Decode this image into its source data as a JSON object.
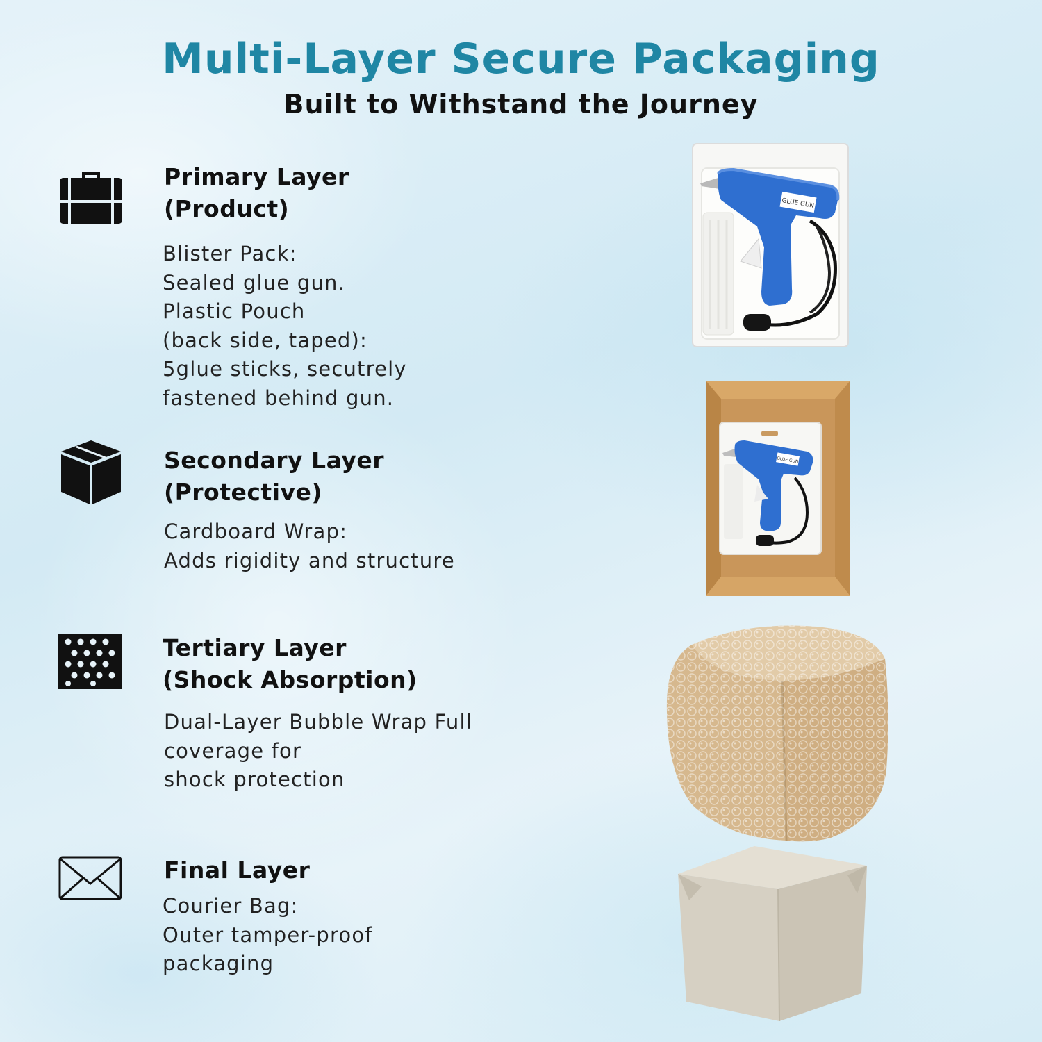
{
  "header": {
    "title": "Multi-Layer Secure Packaging",
    "subtitle": "Built to Withstand the Journey"
  },
  "layers": [
    {
      "icon": "briefcase-icon",
      "title_lines": [
        "Primary Layer",
        "(Product)"
      ],
      "desc_lines": [
        "Blister Pack:",
        "Sealed glue gun.",
        "Plastic Pouch",
        "(back side, taped):",
        "5glue sticks, secutrely",
        "fastened behind gun."
      ]
    },
    {
      "icon": "cardboard-box-icon",
      "title_lines": [
        "Secondary Layer",
        "(Protective)"
      ],
      "desc_lines": [
        "Cardboard Wrap:",
        "Adds rigidity and structure"
      ]
    },
    {
      "icon": "bubble-wrap-icon",
      "title_lines": [
        "Tertiary Layer",
        "(Shock Absorption)"
      ],
      "desc_lines": [
        "Dual-Layer Bubble Wrap Full",
        "coverage for",
        "shock protection"
      ]
    },
    {
      "icon": "envelope-icon",
      "title_lines": [
        "Final Layer"
      ],
      "desc_lines": [
        "Courier Bag:",
        "Outer tamper-proof",
        "packaging"
      ]
    }
  ],
  "images": {
    "blister_label": "GLUE GUN",
    "boxed_label": "GLUE GUN"
  },
  "colors": {
    "title": "#1f86a4",
    "gun_blue": "#2f6fd0",
    "cardboard": "#c9965a",
    "bubble": "#d9bf98",
    "courier": "#d8d2c5"
  }
}
